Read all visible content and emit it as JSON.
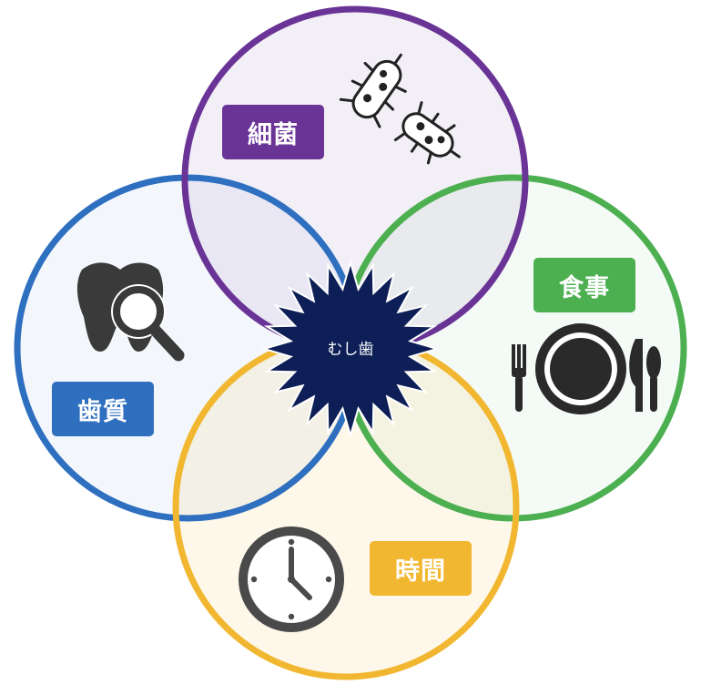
{
  "center": {
    "label": "むし歯",
    "fill": "#0d1f56"
  },
  "factors": [
    {
      "id": "bacteria",
      "label": "細菌",
      "color": "#6a3396",
      "icon": "bacteria-icon"
    },
    {
      "id": "food",
      "label": "食事",
      "color": "#4caf50",
      "icon": "plate-cutlery-icon"
    },
    {
      "id": "teeth",
      "label": "歯質",
      "color": "#2e6fc0",
      "icon": "tooth-magnifier-icon"
    },
    {
      "id": "time",
      "label": "時間",
      "color": "#f2b731",
      "icon": "clock-icon"
    }
  ]
}
